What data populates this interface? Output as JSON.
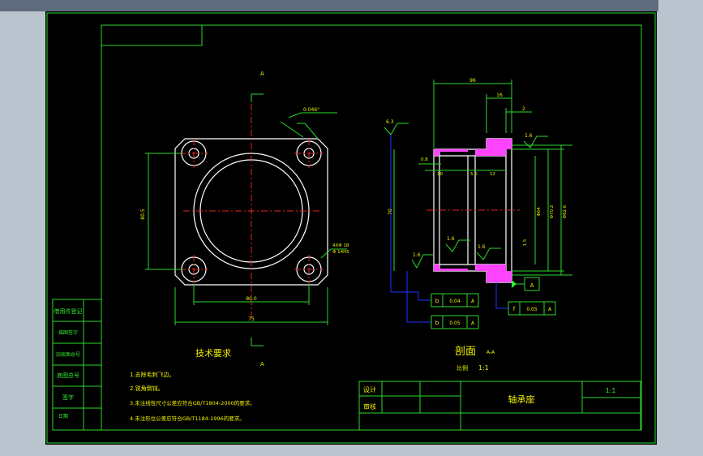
{
  "view_label_a": "A",
  "section_label": "剖面",
  "section_sub": "A-A",
  "scale_label": "比例",
  "scale_value": "1:1",
  "tech_title": "技术要求",
  "notes": [
    "1.去除毛刺飞边。",
    "2.锐角倒钝。",
    "3.未注线性尺寸公差应符合GB/T1804-2000的要求。",
    "4.未注形位公差应符合GB/T1184-1996的要求。"
  ],
  "dims": {
    "d_top_angle": "0.046°",
    "d_vert_left": "80.5",
    "d_inner_bottom": "80.0",
    "d_overall": "75",
    "d_hole_1": "4XΦ 18",
    "d_hole_2": "Φ 14H5",
    "d_96": "96",
    "d_16": "16",
    "d_2": "2",
    "d_0_8": "0.8",
    "d_10": "10",
    "d_5": "5.0",
    "d_12": "12",
    "d_vert_sec": "70",
    "d_phi_right1": "Φ64",
    "d_phi_right2": "Φ70.2",
    "d_phi_right3": "Φ82.6",
    "d_chamfer": "1.5",
    "rough_1": "6.3",
    "rough_2": "1.6",
    "rough_3": "1.6",
    "rough_4": "1.6",
    "rough_5": "1.6",
    "tol_1_val": "0.04",
    "tol_1_ref": "A",
    "tol_2_val": "0.05",
    "tol_2_ref": "A",
    "tol_3_val": "0.05",
    "tol_3_ref": "A",
    "datum": "A",
    "sym_b": "b",
    "sym_f": "f"
  },
  "side_block": [
    "借用件登记",
    "描图签字",
    "旧底图总号",
    "底图总号",
    "签字",
    "日期"
  ],
  "title_block": {
    "design": "设计",
    "check": "审核",
    "part_name": "轴承座",
    "scale": "1:1"
  }
}
